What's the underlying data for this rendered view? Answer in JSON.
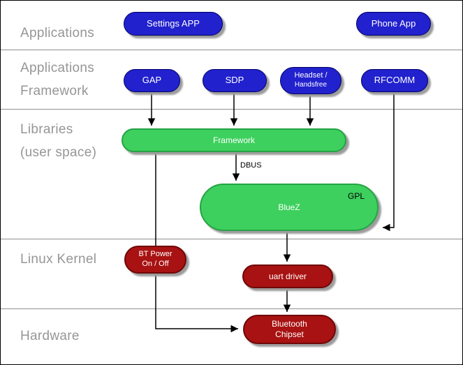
{
  "diagram": {
    "rows": {
      "applications": "Applications",
      "framework_l1": "Applications",
      "framework_l2": "Framework",
      "libraries_l1": "Libraries",
      "libraries_l2": "(user space)",
      "kernel": "Linux Kernel",
      "hardware": "Hardware"
    },
    "nodes": {
      "settings_app": "Settings APP",
      "phone_app": "Phone App",
      "gap": "GAP",
      "sdp": "SDP",
      "headset_l1": "Headset /",
      "headset_l2": "Handsfree",
      "rfcomm": "RFCOMM",
      "framework": "Framework",
      "bluez": "BlueZ",
      "gpl": "GPL",
      "bt_power_l1": "BT Power",
      "bt_power_l2": "On / Off",
      "uart": "uart driver",
      "chipset_l1": "Bluetooth",
      "chipset_l2": "Chipset"
    },
    "edge_labels": {
      "dbus": "DBUS"
    },
    "colors": {
      "app_node_fill": "#2121ce",
      "lib_node_fill": "#3ed05e",
      "kernel_node_fill": "#a81212",
      "row_label_text": "#969696"
    }
  }
}
